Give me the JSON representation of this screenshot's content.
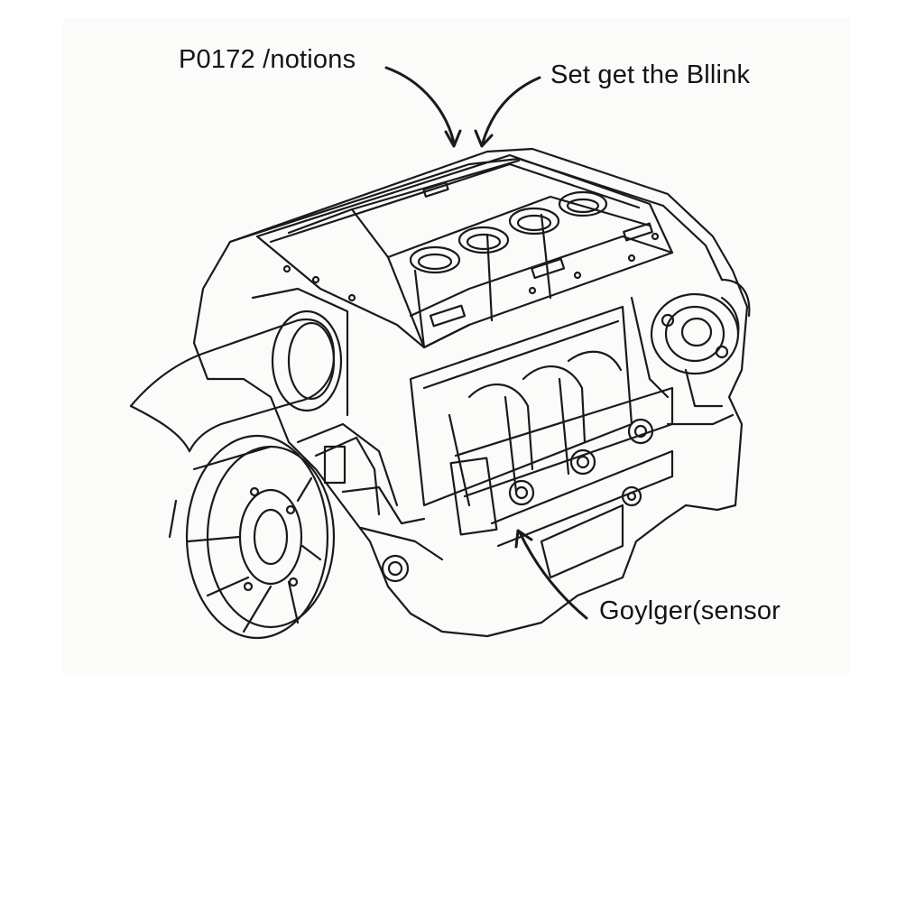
{
  "diagram": {
    "callouts": {
      "top_left": "P0172 /notions",
      "top_right": "Set get the Bllink",
      "bottom": "Goylger(sensor"
    },
    "line_color": "#1a1a1a",
    "background": "#ffffff"
  }
}
